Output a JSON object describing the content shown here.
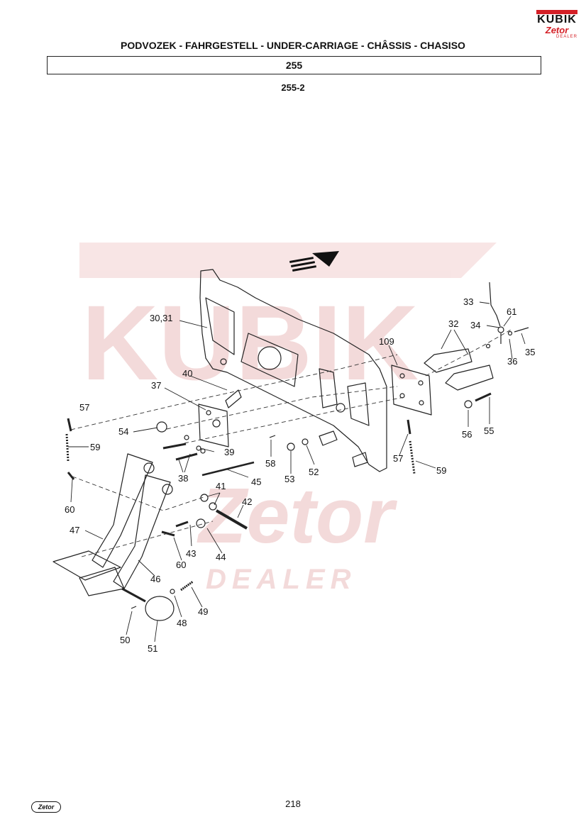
{
  "header": {
    "title": "PODVOZEK - FAHRGESTELL - UNDER-CARRIAGE - CHÂSSIS - CHASISO",
    "section": "255",
    "subsection": "255-2"
  },
  "logo": {
    "brand": "KUBIK",
    "sub": "Zetor",
    "dealer": "DEALER"
  },
  "watermark": {
    "line1": "KUBIK",
    "line2": "Zetor",
    "line3": "DEALER"
  },
  "footer": {
    "page_number": "218",
    "logo": "Zetor"
  },
  "callouts": {
    "c30_31": "30,31",
    "c33": "33",
    "c34": "34",
    "c61": "61",
    "c32": "32",
    "c35": "35",
    "c36": "36",
    "c109": "109",
    "c40": "40",
    "c37": "37",
    "c57a": "57",
    "c54": "54",
    "c59a": "59",
    "c39": "39",
    "c38": "38",
    "c60a": "60",
    "c45": "45",
    "c58": "58",
    "c53": "53",
    "c52": "52",
    "c57b": "57",
    "c59b": "59",
    "c56": "56",
    "c55": "55",
    "c41": "41",
    "c42": "42",
    "c47": "47",
    "c43": "43",
    "c44": "44",
    "c60b": "60",
    "c46": "46",
    "c49": "49",
    "c48": "48",
    "c50": "50",
    "c51": "51"
  },
  "colors": {
    "watermark": "#f2d6d6",
    "brand_red": "#d41f26",
    "line": "#222222"
  }
}
